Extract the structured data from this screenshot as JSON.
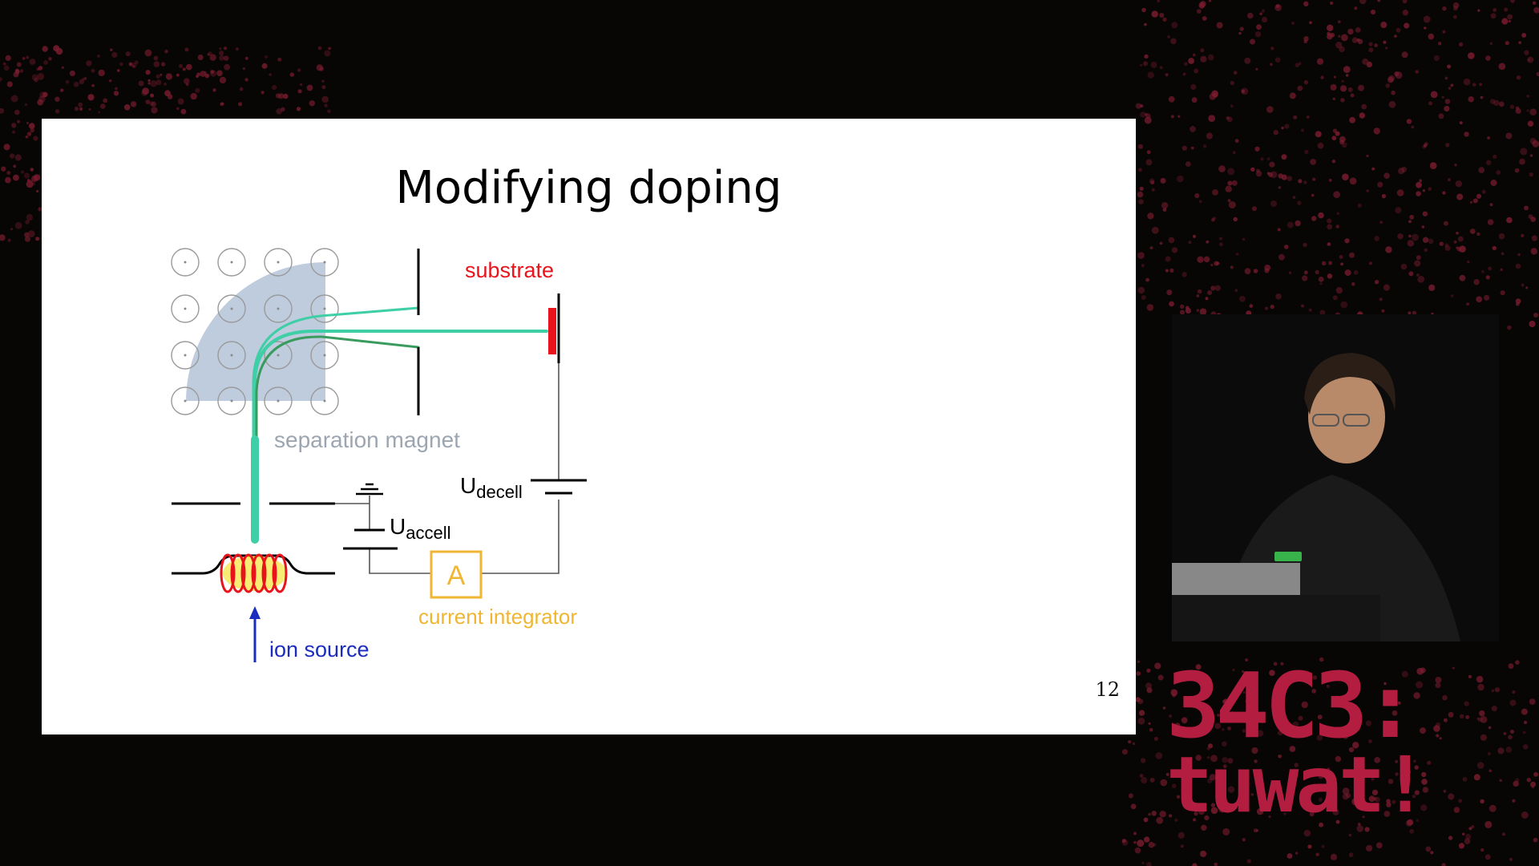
{
  "slide": {
    "title": "Modifying doping",
    "page_number": "12"
  },
  "diagram": {
    "labels": {
      "substrate": "substrate",
      "separation_magnet": "separation magnet",
      "u_decell_main": "U",
      "u_decell_sub": "decell",
      "u_accell_main": "U",
      "u_accell_sub": "accell",
      "ammeter": "A",
      "current_integrator": "current integrator",
      "ion_source": "ion source"
    },
    "colors": {
      "substrate": "#e8131b",
      "current_integrator": "#f0b631",
      "ion_source": "#1a2dbf",
      "separation_magnet_text": "#9ca6b2",
      "magnet_fill": "#b7c6da",
      "beam": "#3fcfa6",
      "beam_dark": "#3a9b5e",
      "coil_red": "#e8131b",
      "coil_yellow": "#f4e63a"
    }
  },
  "event_logo": {
    "line1": "34C3:",
    "line2": "tuwat!"
  },
  "colors": {
    "background": "#070605",
    "pattern": "#7a1c2e",
    "logo": "#b31d3f"
  }
}
